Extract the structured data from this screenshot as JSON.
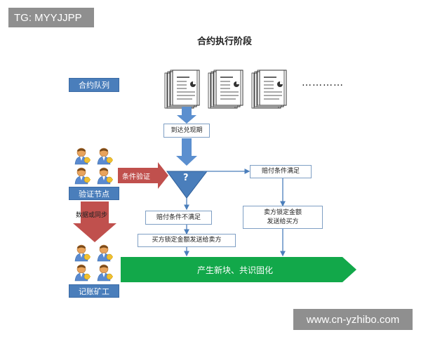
{
  "badge": {
    "text": "TG: MYYJJPP"
  },
  "diagram": {
    "title": "合约执行阶段",
    "queue_label": "合约队列",
    "ellipsis": "…………",
    "reach_date": "到达兑现期",
    "condition_check": "条件验证",
    "question": "?",
    "met": "赔付条件满足",
    "not_met": "赔付条件不满足",
    "buyer_lock": "买方锁定金额发送给卖方",
    "seller_lock_line1": "卖方锁定金额",
    "seller_lock_line2": "发送给买方",
    "validator_nodes": "验证节点",
    "sync_label": "数据或同步",
    "miners": "记账矿工",
    "consensus_band": "产生新块、共识固化"
  },
  "colors": {
    "blue": "#4a7ebb",
    "red": "#c0504d",
    "green": "#12a84a",
    "arrow_blue": "#5b8fcf"
  },
  "watermark": {
    "text": "www.cn-yzhibo.com"
  }
}
